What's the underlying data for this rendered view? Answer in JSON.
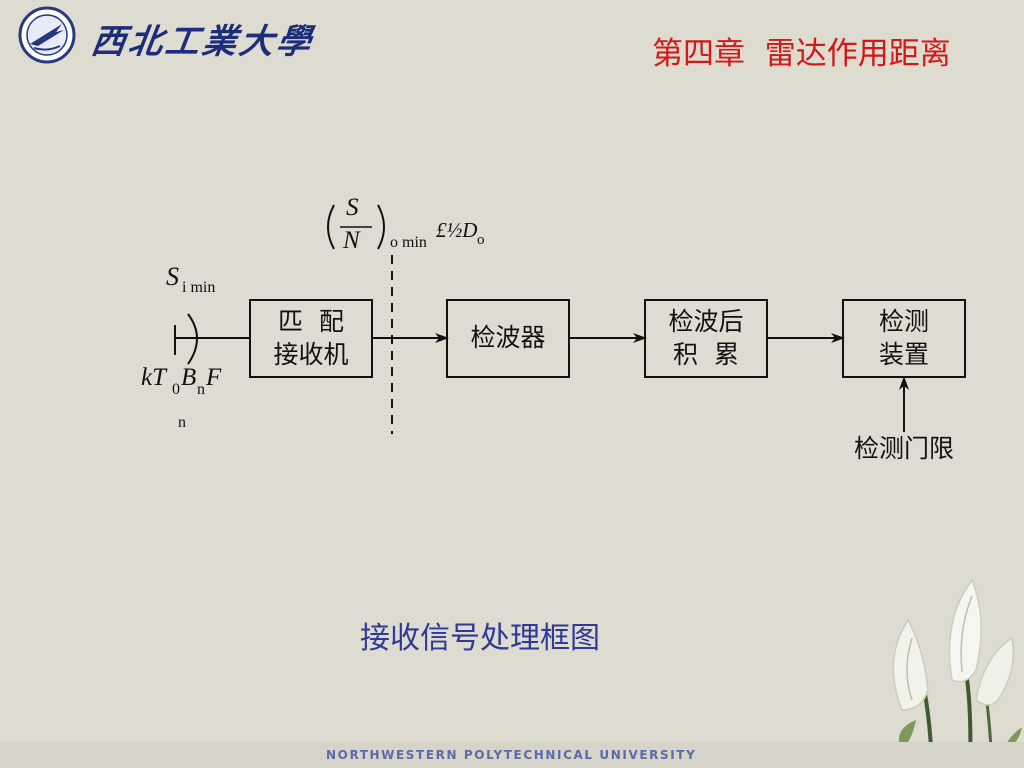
{
  "header": {
    "university_name": "西北工業大學",
    "chapter_title": "第四章  雷达作用距离"
  },
  "diagram": {
    "input_signal": {
      "symbol": "S",
      "subscript": "i min"
    },
    "noise_term": {
      "part1": "kT",
      "sub1": "0",
      "part2": "B",
      "sub2": "n",
      "part3": "F",
      "sub3": "n"
    },
    "snr_label": {
      "numerator": "S",
      "denominator": "N",
      "subscript": "o min",
      "suffix": "£½D",
      "suffix_subscript": "o"
    },
    "blocks": [
      {
        "id": "matched-receiver",
        "label": "匹  配\n接收机"
      },
      {
        "id": "detector",
        "label": "检波器"
      },
      {
        "id": "post-detection-integration",
        "label": "检波后\n积  累"
      },
      {
        "id": "detection-device",
        "label": "检测\n装置"
      }
    ],
    "threshold_label": "检测门限"
  },
  "caption": "接收信号处理框图",
  "footer": {
    "text": "NORTHWESTERN POLYTECHNICAL UNIVERSITY"
  },
  "colors": {
    "background": "#dedbd0",
    "chapter_title": "#d21818",
    "caption": "#2e3a96",
    "logo": "#1c2e7a"
  }
}
